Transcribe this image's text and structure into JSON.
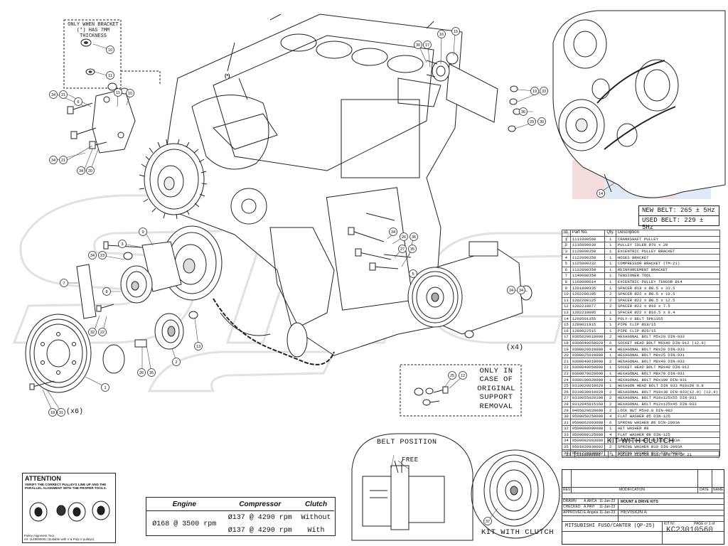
{
  "note_bracket": "ONLY WHEN BRACKET (*) HAS 7MM THICKNESS",
  "marker_star": "(*)",
  "multiplier_x4": "(x4)",
  "multiplier_x6": "(x6)",
  "support_note": "ONLY IN CASE OF ORIGINAL SUPPORT REMOVAL",
  "belt_position": {
    "title": "BELT POSITION",
    "free_label": "FREE"
  },
  "kit_with_clutch_caption": "KIT WITH CLUTCH",
  "belt_info": [
    {
      "label": "NEW BELT:",
      "value": "265 ± 5Hz"
    },
    {
      "label": "USED BELT:",
      "value": "229 ± 5Hz"
    }
  ],
  "parts_table": {
    "headers": [
      "Id.",
      "Part No.",
      "Qty.",
      "Description"
    ],
    "rows": [
      [
        "1",
        "1111000560",
        "1",
        "CRANKSHAFT PULLEY"
      ],
      [
        "2",
        "1116000039",
        "1",
        "PULLEY IDLER Ø70 x 28"
      ],
      [
        "3",
        "1120000350",
        "1",
        "EXCENTRIC PULLEY BRACKET"
      ],
      [
        "4",
        "1122000350",
        "1",
        "HOSES BRACKET"
      ],
      [
        "5",
        "1125000332",
        "1",
        "COMPRESSOR BRACKET (TM-21)"
      ],
      [
        "6",
        "1132000350",
        "1",
        "REINFORCEMENT BRACKET"
      ],
      [
        "7",
        "1140000350",
        "1",
        "TENSIONER TOOL"
      ],
      [
        "8",
        "1160000014",
        "1",
        "EXCENTRIC PULLEY TENSOR Ø14"
      ],
      [
        "9",
        "1201800335",
        "1",
        "SPACER Ø18 x Ø8.5 x 33.5"
      ],
      [
        "10",
        "1202208105",
        "2",
        "SPACER Ø22 x Ø8.5 x 10.5"
      ],
      [
        "11",
        "1202208125",
        "2",
        "SPACER Ø22 x Ø8.5 x 12.5"
      ],
      [
        "12",
        "1202210077",
        "2",
        "SPACER Ø22 x Ø10 x 7.5"
      ],
      [
        "13",
        "1202210095",
        "1",
        "SPACER Ø22 x Ø10.5 x 9.4"
      ],
      [
        "14",
        "1260501355",
        "1",
        "POLY-V BELT 5PK1355"
      ],
      [
        "15",
        "1280021815",
        "1",
        "PIPE CLIP Ø18/15"
      ],
      [
        "16",
        "1280022515",
        "1",
        "PIPE CLIP Ø25/15"
      ],
      [
        "17",
        "9305020010000",
        "2",
        "HEXAGONAL BOLT M5x20 DIN-933"
      ],
      [
        "18",
        "9306040050020",
        "6",
        "SOCKET HEAD BOLT M6X40 DIN-912 (12.9)"
      ],
      [
        "19",
        "9308020010000",
        "4",
        "HEXAGONAL BOLT M8x20 DIN-933"
      ],
      [
        "20",
        "9308025010000",
        "1",
        "HEXAGONAL BOLT M8x25 DIN-931"
      ],
      [
        "21",
        "9308040010000",
        "2",
        "HEXAGONAL BOLT M8x40 DIN-933"
      ],
      [
        "22",
        "9308040050000",
        "1",
        "SOCKET HEAD BOLT M8x40 DIN-912"
      ],
      [
        "23",
        "9308070020000",
        "1",
        "HEXAGONAL BOLT M8x70 DIN-931"
      ],
      [
        "24",
        "9308100020000",
        "1",
        "HEXAGONAL BOLT M8x100 DIN-931"
      ],
      [
        "25",
        "9310020010020",
        "1",
        "HEXAGON HEAD BOLT DIN 933 M10x20 6.8"
      ],
      [
        "26",
        "9310030010020",
        "2",
        "HEXAGONAL BOLT M10x30 DIN-933(12.9) (12.9)"
      ],
      [
        "27",
        "9310055020100",
        "2",
        "HEXAGONAL BOLT M10x125x55 DIN-931"
      ],
      [
        "28",
        "9312045015160",
        "2",
        "HEXAGONAL BOLT M12x125x45 DIN-933"
      ],
      [
        "29",
        "9405029620000",
        "2",
        "LOCK NUT M5x0.8 DIN-982"
      ],
      [
        "30",
        "9500050250000",
        "4",
        "FLAT WASHER Ø5 DIN-125"
      ],
      [
        "31",
        "9500062093000",
        "6",
        "SPRING WASHER Ø6 DIN-2093A"
      ],
      [
        "32",
        "9500080000000",
        "1",
        "AET WASHER Ø8"
      ],
      [
        "33",
        "9500080125000",
        "4",
        "FLAT WASHER Ø8 DIN-125"
      ],
      [
        "34",
        "9500082093000",
        "8",
        "SPRING WASHER Ø8 DIN-2093A"
      ],
      [
        "35",
        "9501020930002",
        "2",
        "SPRING WASHER Ø10 DIN-2093A"
      ],
      [
        "36",
        "9501220930002",
        "2",
        "SPRING WASHER Ø12 DIN-2093A"
      ]
    ]
  },
  "kit_with_clutch": {
    "heading": "KIT WITH CLUTCH",
    "row": [
      "37",
      "1116000800",
      "1",
      "PULLEY CLUTCH Ø137 8PK TM-QP 21"
    ]
  },
  "title_block": {
    "rev": "REV.",
    "modification": "MODIFICATION",
    "date": "DATE",
    "name": "NAME",
    "drawn": "DRAWN",
    "checked": "CHECKED",
    "approved": "APPROVED",
    "drawn_by": "A.ARCA",
    "checked_by": "A.PAYI",
    "approved_by": "E.Angela",
    "date_1": "11-Jan-23",
    "date_2": "11-Jan-23",
    "date_3": "11-Jan-23",
    "kit_type": "MOUNT & DRIVE KITS",
    "revision": "REVISION  A",
    "vehicle": "MITSUBISHI FUSO/CANTER (QP-25)",
    "kit_no_label": "KIT Nº.",
    "kit_no": "KC23010560",
    "page": "PAGE nº 1 of"
  },
  "speed_table": {
    "headers": [
      "Engine",
      "Compressor",
      "Clutch"
    ],
    "rows": [
      [
        "Ø168 @ 3500 rpm",
        "Ø137 @ 4290 rpm",
        "Without"
      ],
      [
        "",
        "Ø137 @ 4290 rpm",
        "With"
      ]
    ]
  },
  "attention": {
    "title": "ATTENTION",
    "text": "VERIFY THE CORRECT PULLEYS LINE UP AND THE PARALLEL ALIGNMENT WITH THE PROPER TOOLS.",
    "tool_label": "Pulley Alignment Tool",
    "tool_ref": "ref. 1149000001 (Suitable with V & Poly-V pulleys)"
  },
  "callouts": [
    {
      "id": "bracket-note-spacer",
      "n": "10"
    },
    {
      "id": "bracket-note-washer",
      "n": "11"
    },
    {
      "id": "top-left-34",
      "n": "34"
    },
    {
      "id": "top-left-21",
      "n": "21"
    },
    {
      "id": "top-left-6",
      "n": "6"
    },
    {
      "id": "top-left-11",
      "n": "11"
    },
    {
      "id": "top-left-10",
      "n": "10"
    },
    {
      "id": "mid-left-34",
      "n": "34"
    },
    {
      "id": "mid-left-21",
      "n": "21"
    },
    {
      "id": "mid-left-34b",
      "n": "34"
    },
    {
      "id": "mid-left-20",
      "n": "20"
    },
    {
      "id": "top-30",
      "n": "30"
    },
    {
      "id": "top-17",
      "n": "17"
    },
    {
      "id": "top-16",
      "n": "16"
    },
    {
      "id": "top-15",
      "n": "15"
    },
    {
      "id": "right-19",
      "n": "19"
    },
    {
      "id": "right-33",
      "n": "33"
    },
    {
      "id": "right-36",
      "n": "36"
    },
    {
      "id": "right-29",
      "n": "29"
    },
    {
      "id": "right-30",
      "n": "30"
    },
    {
      "id": "left-3",
      "n": "3"
    },
    {
      "id": "left-9",
      "n": "9"
    },
    {
      "id": "left-34",
      "n": "34"
    },
    {
      "id": "left-23",
      "n": "23"
    },
    {
      "id": "left-7",
      "n": "7"
    },
    {
      "id": "left-8",
      "n": "8"
    },
    {
      "id": "left-32",
      "n": "32"
    },
    {
      "id": "left-22",
      "n": "22"
    },
    {
      "id": "pulley-1",
      "n": "1"
    },
    {
      "id": "idler-2",
      "n": "2"
    },
    {
      "id": "left-13",
      "n": "13"
    },
    {
      "id": "bottom-26",
      "n": "26"
    },
    {
      "id": "bottom-35",
      "n": "35"
    },
    {
      "id": "bottom-18",
      "n": "18"
    },
    {
      "id": "bottom-31",
      "n": "31"
    },
    {
      "id": "comp-34",
      "n": "34"
    },
    {
      "id": "comp-26",
      "n": "26"
    },
    {
      "id": "comp-36",
      "n": "36"
    },
    {
      "id": "comp-27",
      "n": "27"
    },
    {
      "id": "comp-35",
      "n": "35"
    },
    {
      "id": "comp-5",
      "n": "5"
    },
    {
      "id": "comp-24",
      "n": "24"
    },
    {
      "id": "comp-34b",
      "n": "34"
    },
    {
      "id": "support-25",
      "n": "25"
    },
    {
      "id": "support-12",
      "n": "12"
    },
    {
      "id": "clutch-37",
      "n": "37"
    },
    {
      "id": "inset-14",
      "n": "14"
    }
  ]
}
